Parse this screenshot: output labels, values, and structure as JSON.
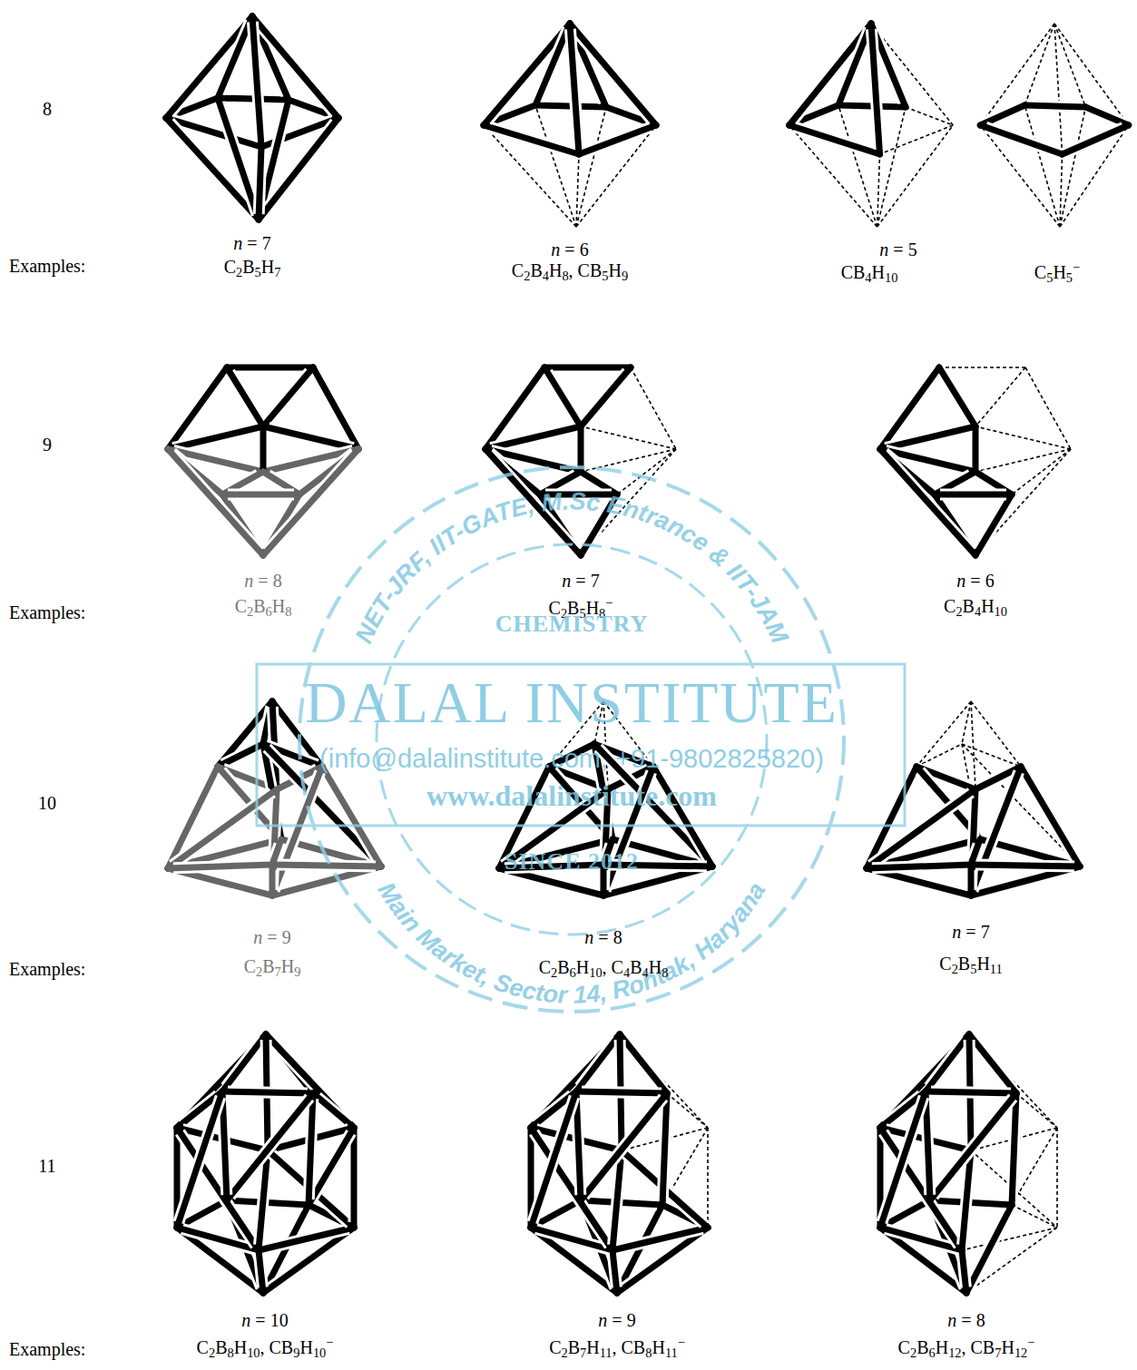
{
  "diagram": {
    "labels": [
      "8",
      "n = 7",
      "n = 6",
      "n = 5",
      "Examples:",
      "C2B5H7",
      "C2B4H8, CB5H9",
      "CB4H10",
      "C5H5−",
      "9",
      "n = 8",
      "n = 7",
      "n = 6",
      "Examples:",
      "C2B6H8",
      "C2B5H8−",
      "C2B4H10",
      "10",
      "n = 9",
      "n = 8",
      "n = 7",
      "Examples:",
      "C2B7H9",
      "C2B6H10, C4B4H8",
      "C2B5H11",
      "11",
      "n = 10",
      "n = 9",
      "n = 8",
      "Examples:",
      "C2B8H10, CB9H10−",
      "C2B7H11, CB8H11−",
      "C2B6H12, CB7H12−",
      "NET-JRF, IIT-GATE, M.Sc Entrance & IIT-JAM",
      "CHEMISTRY",
      "DALAL INSTITUTE",
      "(info@dalalinstitute.com, +91-9802825820)",
      "www.dalalinstitute.com",
      "SINCE 2012",
      "Main Market, Sector 14, Rohtak, Haryana"
    ]
  }
}
